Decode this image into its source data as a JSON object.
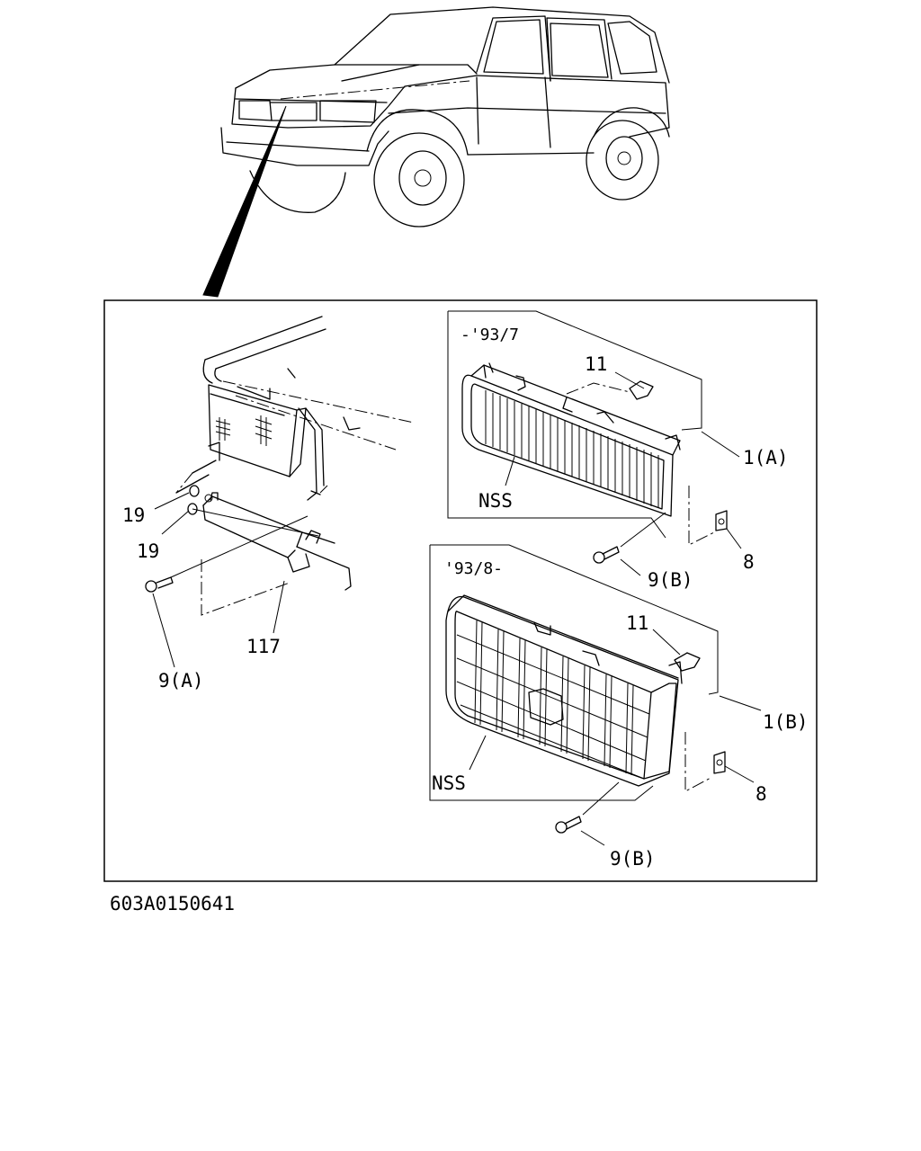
{
  "figure_code": "603A0150641",
  "variants": {
    "early": {
      "label": "-'93/7",
      "assembly": "1(A)"
    },
    "late": {
      "label": "'93/8-",
      "assembly": "1(B)"
    }
  },
  "callouts": {
    "c19a": "19",
    "c19b": "19",
    "c9a": "9(A)",
    "c117": "117",
    "c11a": "11",
    "c1a": "1(A)",
    "nss_a": "NSS",
    "c8a": "8",
    "c9b_a": "9(B)",
    "c11b": "11",
    "c1b": "1(B)",
    "nss_b": "NSS",
    "c8b": "8",
    "c9b_b": "9(B)"
  }
}
